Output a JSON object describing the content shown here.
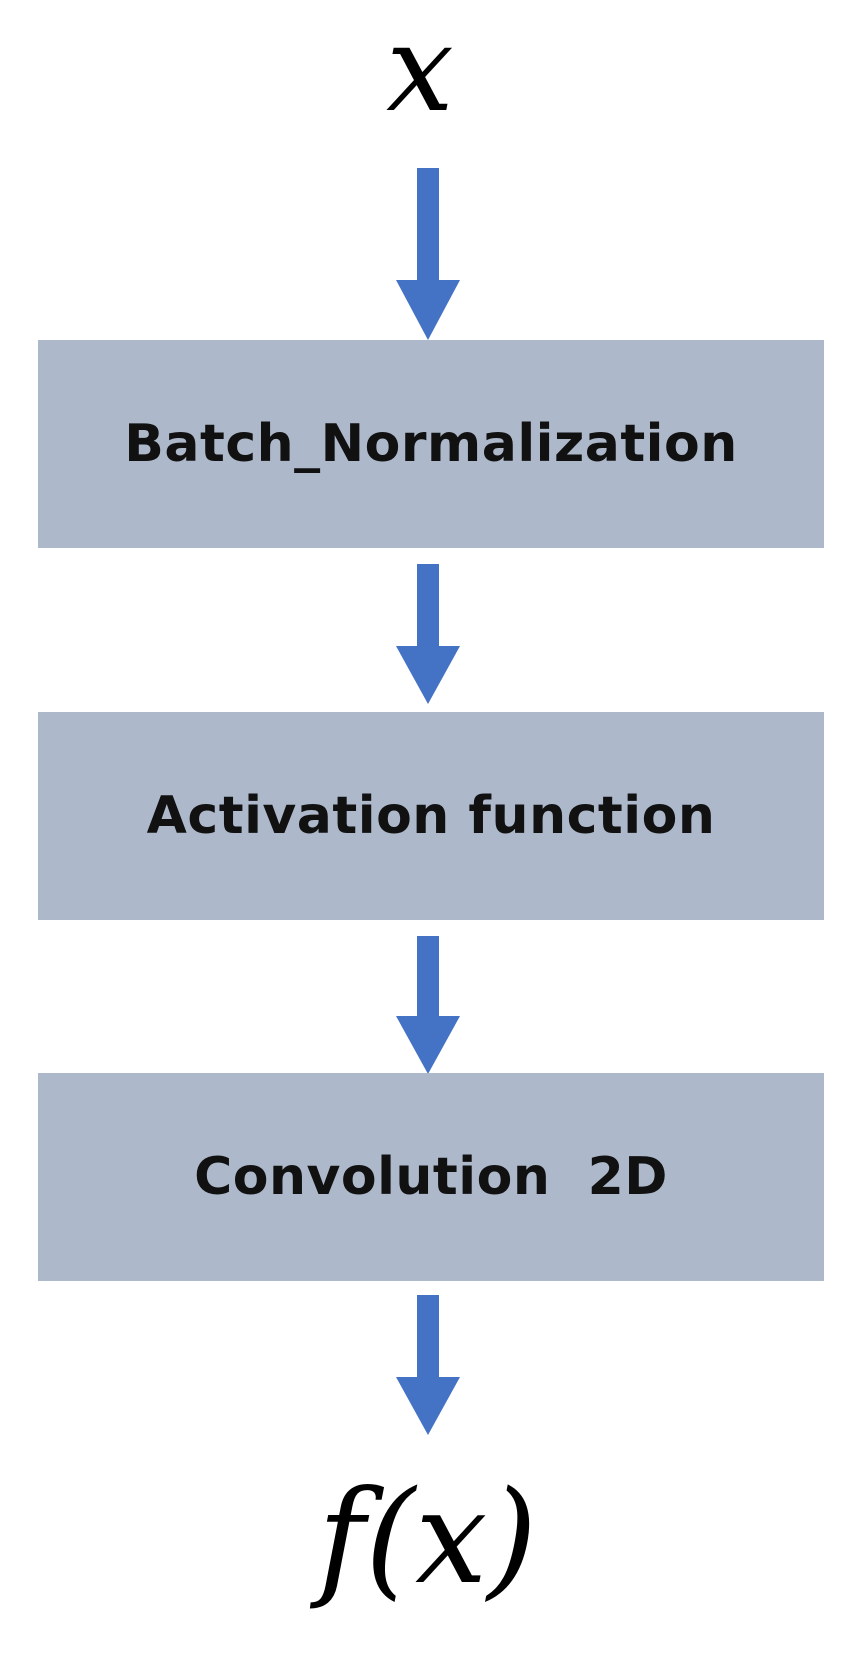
{
  "input": "x",
  "output": "f(x)",
  "steps": [
    "Batch_Normalization",
    "Activation function",
    "Convolution  2D"
  ],
  "colors": {
    "box_fill": "#adb9ca",
    "arrow": "#4472c4",
    "text": "#111111"
  }
}
